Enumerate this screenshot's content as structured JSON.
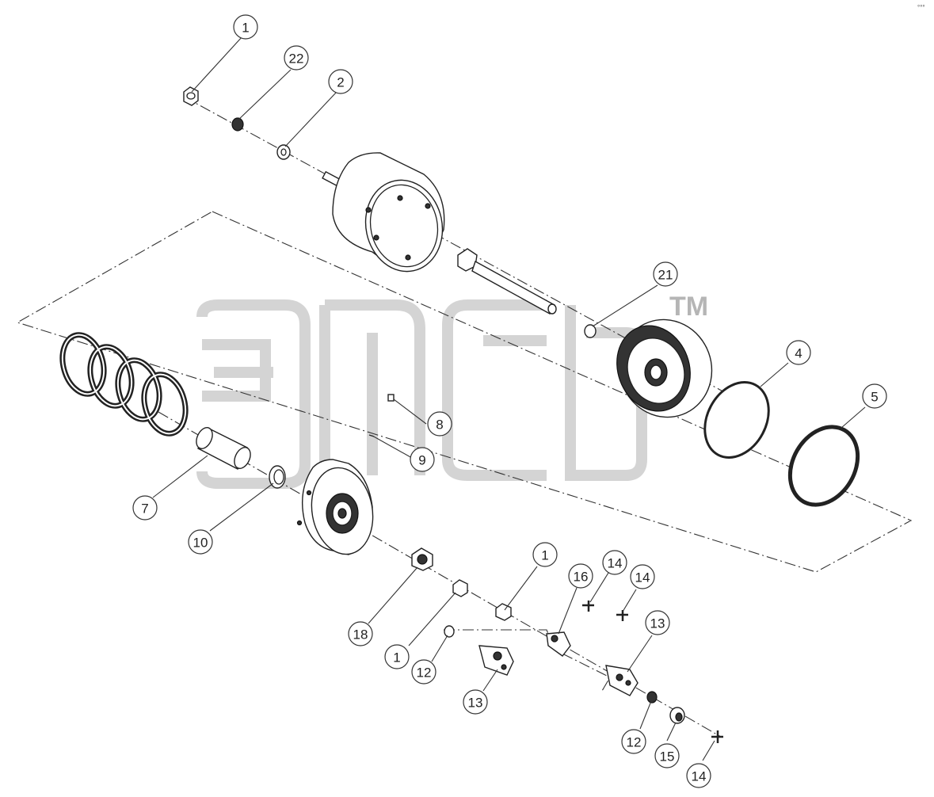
{
  "watermark": {
    "tm": "TM"
  },
  "corner_mark": "°°°",
  "callouts": [
    {
      "label": "1"
    },
    {
      "label": "22"
    },
    {
      "label": "2"
    },
    {
      "label": "21"
    },
    {
      "label": "4"
    },
    {
      "label": "5"
    },
    {
      "label": "8"
    },
    {
      "label": "9"
    },
    {
      "label": "7"
    },
    {
      "label": "10"
    },
    {
      "label": "18"
    },
    {
      "label": "1"
    },
    {
      "label": "1"
    },
    {
      "label": "12"
    },
    {
      "label": "13"
    },
    {
      "label": "16"
    },
    {
      "label": "14"
    },
    {
      "label": "14"
    },
    {
      "label": "13"
    },
    {
      "label": "12"
    },
    {
      "label": "15"
    },
    {
      "label": "14"
    }
  ]
}
